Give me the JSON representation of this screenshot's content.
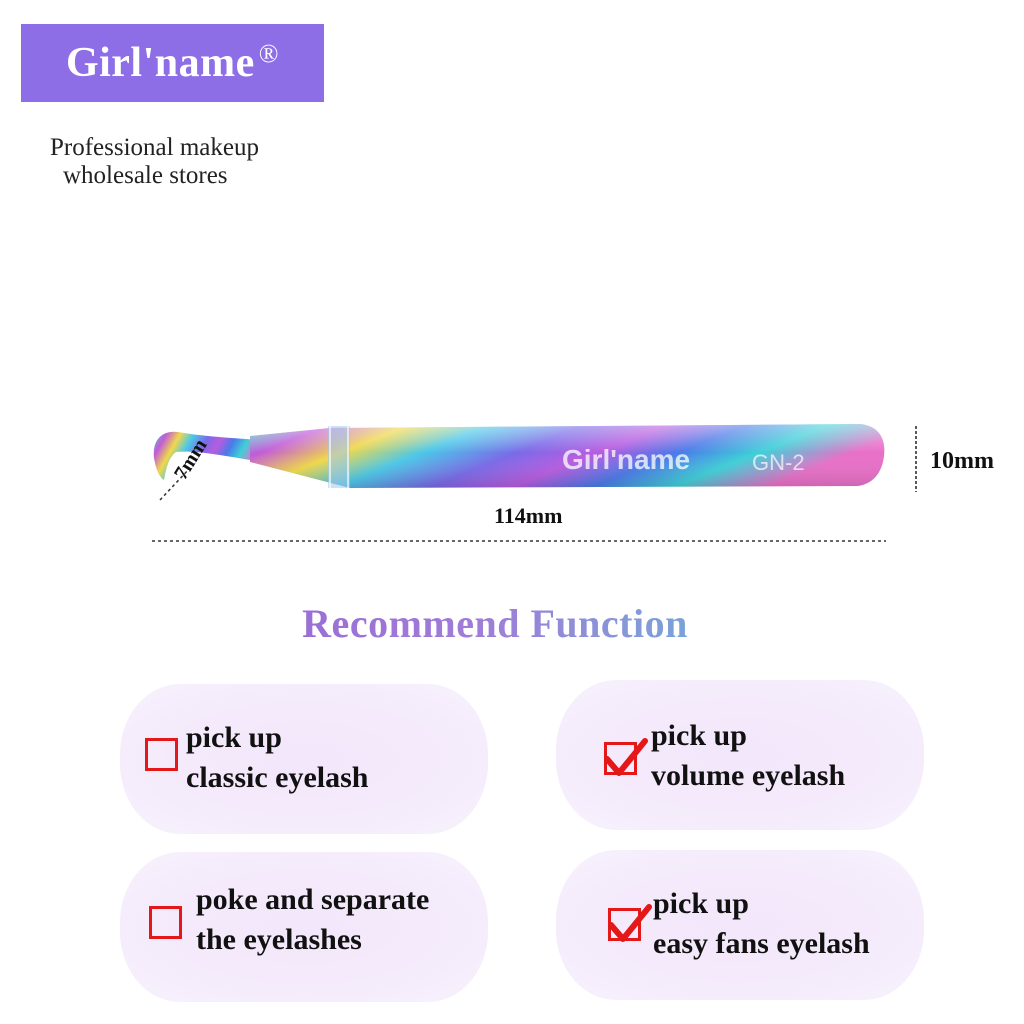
{
  "brand": {
    "name": "Girl'name",
    "registered_mark": "®",
    "background": "#8e6ee6",
    "tagline": [
      "Professional makeup",
      "wholesale stores"
    ]
  },
  "product": {
    "engraving_brand": "Girl'name",
    "engraving_model": "GN-2",
    "dimensions": {
      "length": "114mm",
      "width": "10mm",
      "tip": "7mm"
    }
  },
  "section": {
    "title": "Recommend Function"
  },
  "functions": [
    {
      "lines": [
        "pick up",
        "classic eyelash"
      ],
      "checked": false
    },
    {
      "lines": [
        "pick up",
        "volume eyelash"
      ],
      "checked": true
    },
    {
      "lines": [
        "poke and separate",
        "the eyelashes"
      ],
      "checked": false
    },
    {
      "lines": [
        "pick up",
        "easy fans eyelash"
      ],
      "checked": true
    }
  ],
  "colors": {
    "checkbox": "#e41818",
    "card": "#f3e7fb"
  }
}
